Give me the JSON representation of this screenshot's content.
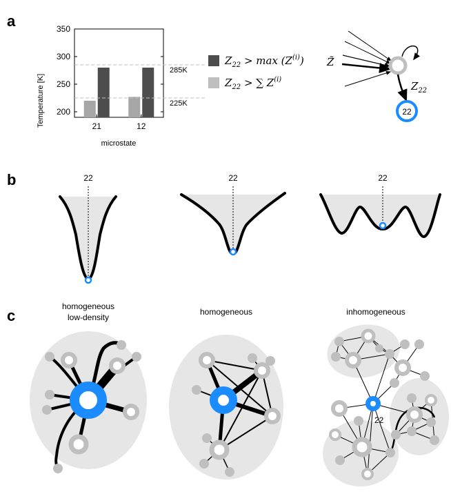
{
  "panels": {
    "a": "a",
    "b": "b",
    "c": "c"
  },
  "chart_data": {
    "type": "bar",
    "categories": [
      "21",
      "12"
    ],
    "series": [
      {
        "name": "Z22 > sum Z(i)",
        "values": [
          220,
          227
        ],
        "color": "#a6a6a6"
      },
      {
        "name": "Z22 > max(Z(i))",
        "values": [
          280,
          280
        ],
        "color": "#4d4d4d"
      }
    ],
    "ylim": [
      190,
      350
    ],
    "yticks": [
      "350",
      "300",
      "250",
      "200"
    ],
    "ylabel": "Temperature [K]",
    "xlabel": "microstate",
    "reference_lines": [
      {
        "value": 285,
        "label": "285K"
      },
      {
        "value": 225,
        "label": "225K"
      }
    ],
    "legend_placement": "right"
  },
  "legend": {
    "max_lhs": "Z",
    "max_sub": "22",
    "max_rhs": " > max (Z",
    "max_sup": "(i)",
    "max_close": ")",
    "sum_lhs": "Z",
    "sum_sub": "22",
    "sum_rhs": " > ∑ Z",
    "sum_sup": "(i)"
  },
  "network_a": {
    "ztilde": "Z̃",
    "z22_base": "Z",
    "z22_sub": "22",
    "node_label": "22"
  },
  "landscapes": [
    {
      "label": "22"
    },
    {
      "label": "22"
    },
    {
      "label": "22"
    }
  ],
  "networks_c": [
    {
      "title_line1": "homogeneous",
      "title_line2": "low-density"
    },
    {
      "title_line1": "homogeneous",
      "title_line2": ""
    },
    {
      "title_line1": "inhomogeneous",
      "title_line2": "",
      "node_label": "22"
    }
  ],
  "colors": {
    "blue": "#1a8cff",
    "light_gray": "#bfbfbf",
    "bg_gray": "#e6e6e6",
    "bar_light": "#a6a6a6",
    "bar_dark": "#4d4d4d"
  }
}
